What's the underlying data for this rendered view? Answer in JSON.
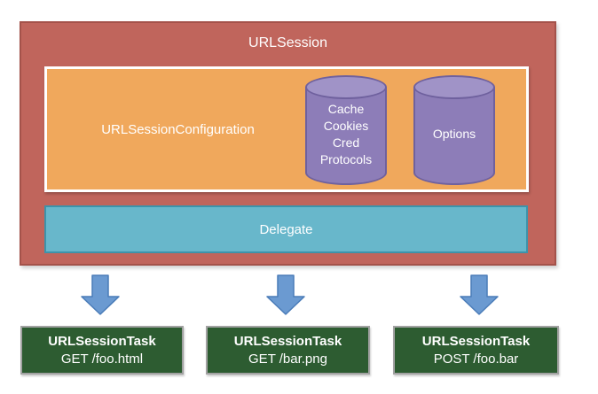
{
  "colors": {
    "session_fill": "#c0655c",
    "session_border": "#a4524a",
    "config_fill": "#f0a85c",
    "config_border": "#ffffff",
    "cylinder_fill": "#8d7db8",
    "cylinder_top_fill": "#a093c7",
    "cylinder_border": "#6f619e",
    "delegate_fill": "#68b7cb",
    "delegate_border": "#3d93aa",
    "arrow_fill": "#6b9ad1",
    "arrow_border": "#4a7cb8",
    "task_fill": "#2d5c31",
    "task_border": "#a2a2a2",
    "text": "#ffffff"
  },
  "icons": {
    "down_arrow": "block arrow pointing down"
  },
  "diagram": {
    "session_label": "URLSession",
    "configuration_label": "URLSessionConfiguration",
    "cylinders": [
      {
        "name": "cache-store",
        "lines": [
          "Cache",
          "Cookies",
          "Cred",
          "Protocols"
        ]
      },
      {
        "name": "options",
        "lines": [
          "Options"
        ]
      }
    ],
    "delegate_label": "Delegate",
    "tasks": [
      {
        "title": "URLSessionTask",
        "request": "GET /foo.html"
      },
      {
        "title": "URLSessionTask",
        "request": "GET /bar.png"
      },
      {
        "title": "URLSessionTask",
        "request": "POST /foo.bar"
      }
    ]
  }
}
